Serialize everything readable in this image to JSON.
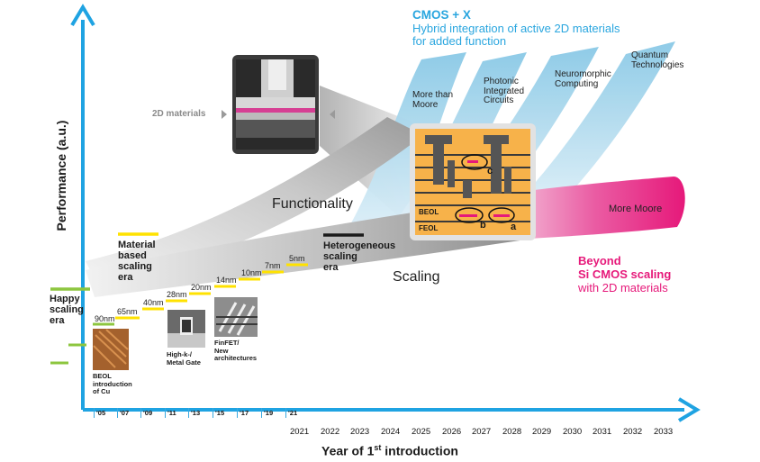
{
  "axes": {
    "y_label": "Performance (a.u.)",
    "x_label_main": "Year of 1",
    "x_label_sup": "st",
    "x_label_end": " introduction",
    "color": "#1fa3e2"
  },
  "cmos_x": {
    "title": "CMOS + X",
    "line1": "Hybrid integration of active 2D materials",
    "line2": "for added function",
    "color": "#3aaee0"
  },
  "branches": [
    {
      "line1": "More than",
      "line2": "Moore",
      "line3": ""
    },
    {
      "line1": "Photonic",
      "line2": "Integrated",
      "line3": "Circuits"
    },
    {
      "line1": "Neuromorphic",
      "line2": "Computing",
      "line3": ""
    },
    {
      "line1": "Quantum",
      "line2": "Technologies",
      "line3": ""
    }
  ],
  "more_moore": "More Moore",
  "functionality": "Functionality",
  "scaling": "Scaling",
  "two_d_materials": "2D materials",
  "chip_labels": {
    "beol": "BEOL",
    "feol": "FEOL",
    "a": "a",
    "b": "b",
    "c": "c"
  },
  "beyond": {
    "line1": "Beyond",
    "line2": "Si CMOS scaling",
    "line3": "with 2D materials",
    "color": "#e6197a"
  },
  "eras": {
    "happy": [
      "Happy",
      "scaling",
      "era"
    ],
    "material": [
      "Material",
      "based",
      "scaling",
      "era"
    ],
    "heterogeneous": [
      "Heterogeneous",
      "scaling",
      "era"
    ]
  },
  "nodes": [
    "90nm",
    "65nm",
    "40nm",
    "28nm",
    "20nm",
    "14nm",
    "10nm",
    "7nm",
    "5nm"
  ],
  "innovations": {
    "beol": [
      "BEOL",
      "introduction",
      "of Cu"
    ],
    "highk": [
      "High-k-/",
      "Metal Gate"
    ],
    "finfet": [
      "FinFET/",
      "New",
      "architectures"
    ]
  },
  "years_old": [
    "'05",
    "'07",
    "'09",
    "'11",
    "'13",
    "'15",
    "'17",
    "'19",
    "'21"
  ],
  "years_new": [
    "2021",
    "2022",
    "2023",
    "2024",
    "2025",
    "2026",
    "2027",
    "2028",
    "2029",
    "2030",
    "2031",
    "2032",
    "2033"
  ],
  "colors": {
    "green": "#8dc63f",
    "yellow": "#ffe200",
    "black": "#1a1a1a",
    "pink": "#e6197a",
    "light_blue": "#8ac9e6",
    "chip_orange": "#f7b24a"
  }
}
